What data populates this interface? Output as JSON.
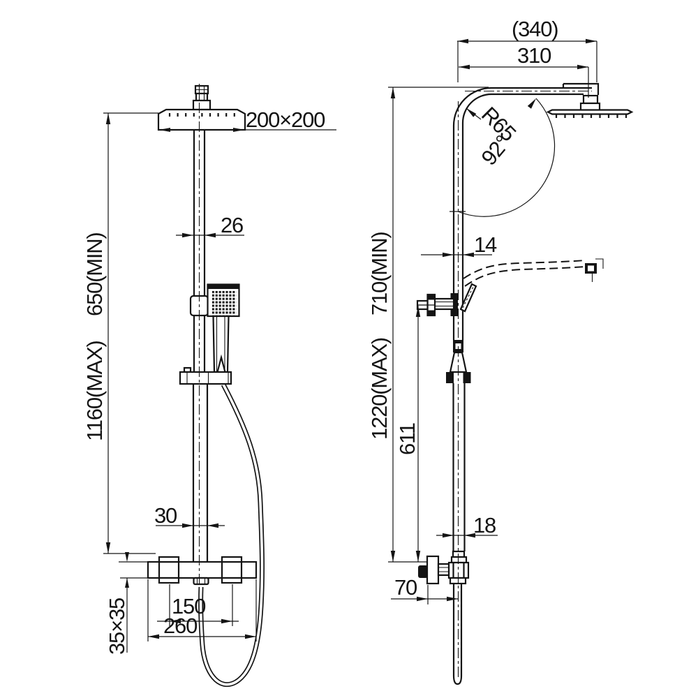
{
  "drawing": {
    "type": "technical-dimension-drawing",
    "subject": "thermostatic-shower-column",
    "views": {
      "front": {
        "dimensions": {
          "head_size": "200×200",
          "upper_pipe_width": "26",
          "height_min": "650(MIN)",
          "height_max": "1160(MAX)",
          "lower_pipe_width": "30",
          "handle_centers": "150",
          "valve_body_width": "260",
          "valve_body_section": "35×35"
        }
      },
      "side": {
        "dimensions": {
          "arm_overall": "(340)",
          "arm_reach": "310",
          "bend_radius": "R65",
          "bend_angle": "92°",
          "upper_pipe_depth": "14",
          "height_min": "710(MIN)",
          "height_max": "1220(MAX)",
          "bracket_height": "611",
          "lower_pipe_depth": "18",
          "wall_offset": "70"
        }
      }
    },
    "colors": {
      "line": "#141414",
      "background": "#ffffff"
    }
  }
}
